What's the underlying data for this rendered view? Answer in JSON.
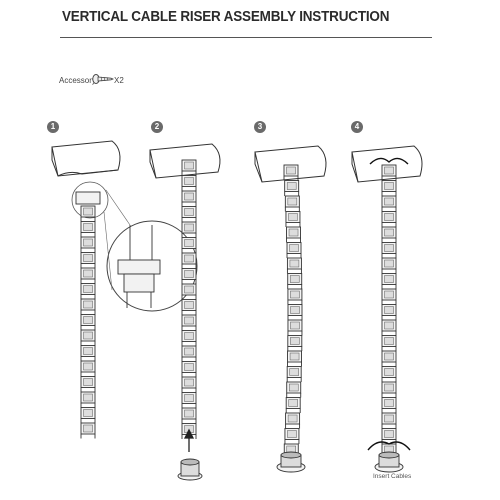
{
  "document": {
    "title": "VERTICAL CABLE RISER ASSEMBLY INSTRUCTION",
    "accessory_label": "Accessory:",
    "accessory_icon": "screw-icon",
    "accessory_qty": "X2"
  },
  "steps": [
    {
      "number": "1"
    },
    {
      "number": "2"
    },
    {
      "number": "3"
    },
    {
      "number": "4"
    }
  ],
  "annotations": {
    "insert_cables": "Insert Cables"
  },
  "colors": {
    "line": "#333333",
    "badge": "#6a6a6a",
    "link_fill": "#f4f4f4",
    "desk_fill": "#ffffff"
  }
}
